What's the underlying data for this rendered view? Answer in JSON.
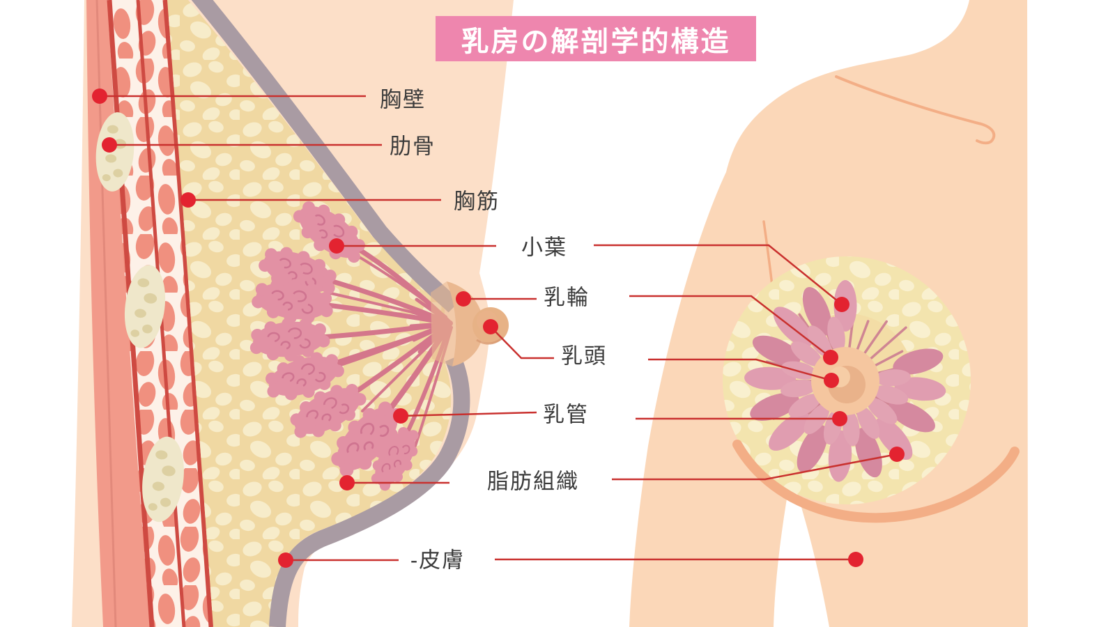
{
  "title": {
    "text": "乳房の解剖学的構造"
  },
  "labels": [
    {
      "id": "chest-wall",
      "text": "胸壁"
    },
    {
      "id": "rib",
      "text": "肋骨"
    },
    {
      "id": "pectoral-muscle",
      "text": "胸筋"
    },
    {
      "id": "lobule",
      "text": "小葉"
    },
    {
      "id": "areola",
      "text": "乳輪"
    },
    {
      "id": "nipple",
      "text": "乳頭"
    },
    {
      "id": "milk-duct",
      "text": "乳管"
    },
    {
      "id": "fatty-tissue",
      "text": "脂肪組織"
    },
    {
      "id": "skin",
      "text": "-皮膚"
    }
  ],
  "colors": {
    "banner_pink": "#ee86ae",
    "title_text": "#ffffff",
    "label_text": "#3b3b3b",
    "leader_line_red": "#c9302e",
    "marker_dot_red": "#e32330",
    "skin_front": "#fbd7b8",
    "skin_section": "#fcdfc8",
    "muscle_salmon": "#f29a8a",
    "muscle_stripe_red": "#ce4a42",
    "bone_cream": "#efe7ca",
    "fat_yellow": "#f0d8a2",
    "fat_pebble_cream": "#f7ecca",
    "dermis_gray": "#a99ba3",
    "lobule_pink": "#e291a4",
    "duct_pink": "#d4768b",
    "areola_tan": "#eab890"
  }
}
